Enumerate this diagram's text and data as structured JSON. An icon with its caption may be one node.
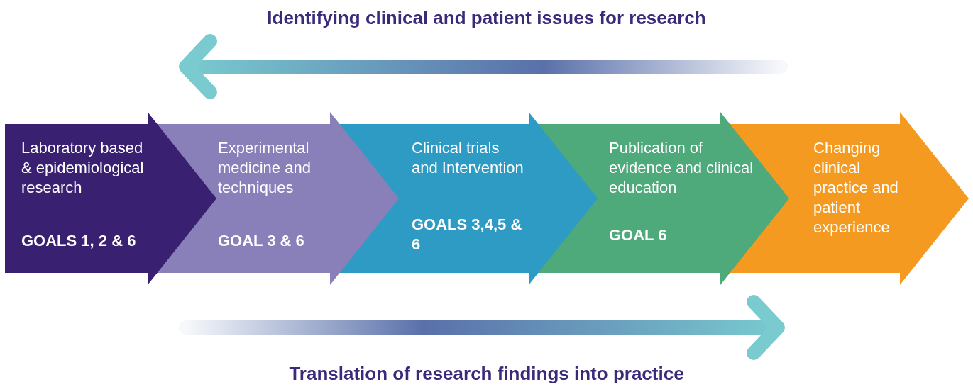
{
  "diagram": {
    "nodes": [
      {
        "text": [
          "Laboratory based & epidemiological research",
          "GOALS 1, 2 & 6"
        ]
      },
      {
        "text": [
          "Experimental medicine and techniques",
          "GOAL 3 & 6"
        ]
      },
      {
        "text": [
          "Clinical trials and Intervention",
          "GOALS 3,4,5 & 6"
        ]
      },
      {
        "text": [
          "Publication of evidence and clinical education",
          "GOAL 6"
        ]
      },
      {
        "text": [
          "Changing clinical practice and patient experience"
        ]
      }
    ],
    "labels": [
      "Identifying clinical and patient issues for research",
      "Translation of research findings into practice"
    ]
  }
}
